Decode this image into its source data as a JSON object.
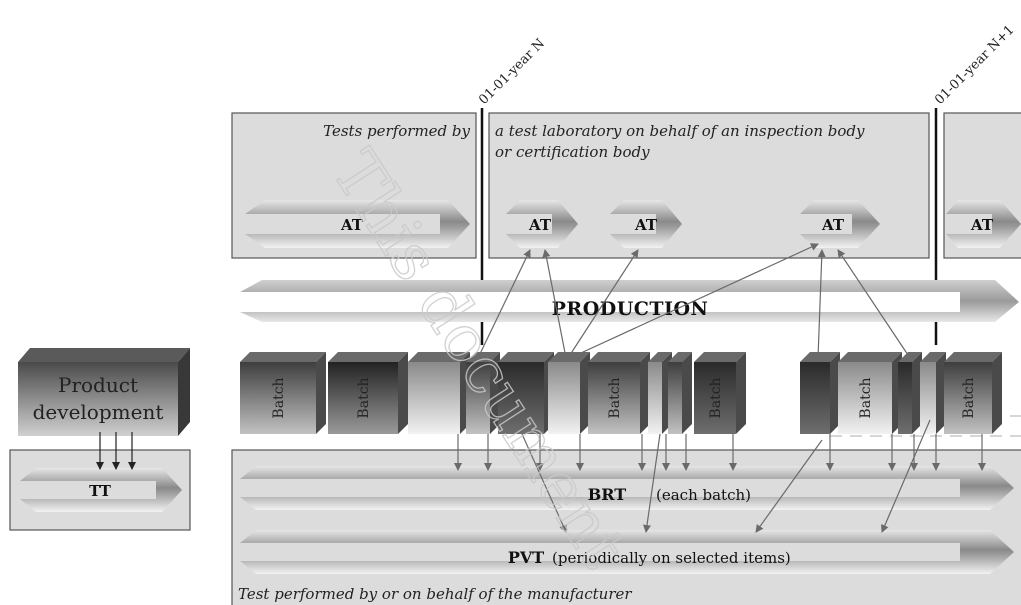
{
  "dates": {
    "year_n": "01-01-year N",
    "year_n1": "01-01-year N+1"
  },
  "boxes": {
    "tests_left": "Tests performed by",
    "tests_main_line1": "a test laboratory on behalf of an inspection body",
    "tests_main_line2": "or certification body",
    "manufacturer": "Test performed by or on behalf of the manufacturer"
  },
  "product_dev": {
    "line1": "Product",
    "line2": "development"
  },
  "arrows_labels": {
    "at": "AT",
    "tt": "TT",
    "production": "PRODUCTION",
    "brt": "BRT",
    "brt_note": "(each batch)",
    "pvt": "PVT",
    "pvt_note": "(periodically on selected items)"
  },
  "batch_label": "Batch",
  "watermark": "This document",
  "colors": {
    "box_fill": "#dcdcdc",
    "box_stroke": "#555555",
    "arrow": "#707070"
  }
}
